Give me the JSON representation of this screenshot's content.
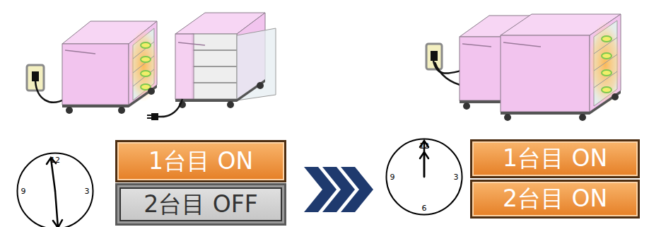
{
  "diagram": {
    "nodes": [
      {
        "text": [
          "12",
          "9",
          "3"
        ]
      },
      {
        "text": [
          "1台目 ON"
        ]
      },
      {
        "text": [
          "2台目 OFF"
        ]
      },
      {
        "text": [
          "12",
          "9",
          "3",
          "6"
        ]
      },
      {
        "text": [
          "1台目 ON"
        ]
      },
      {
        "text": [
          "2台目 ON"
        ]
      }
    ]
  }
}
